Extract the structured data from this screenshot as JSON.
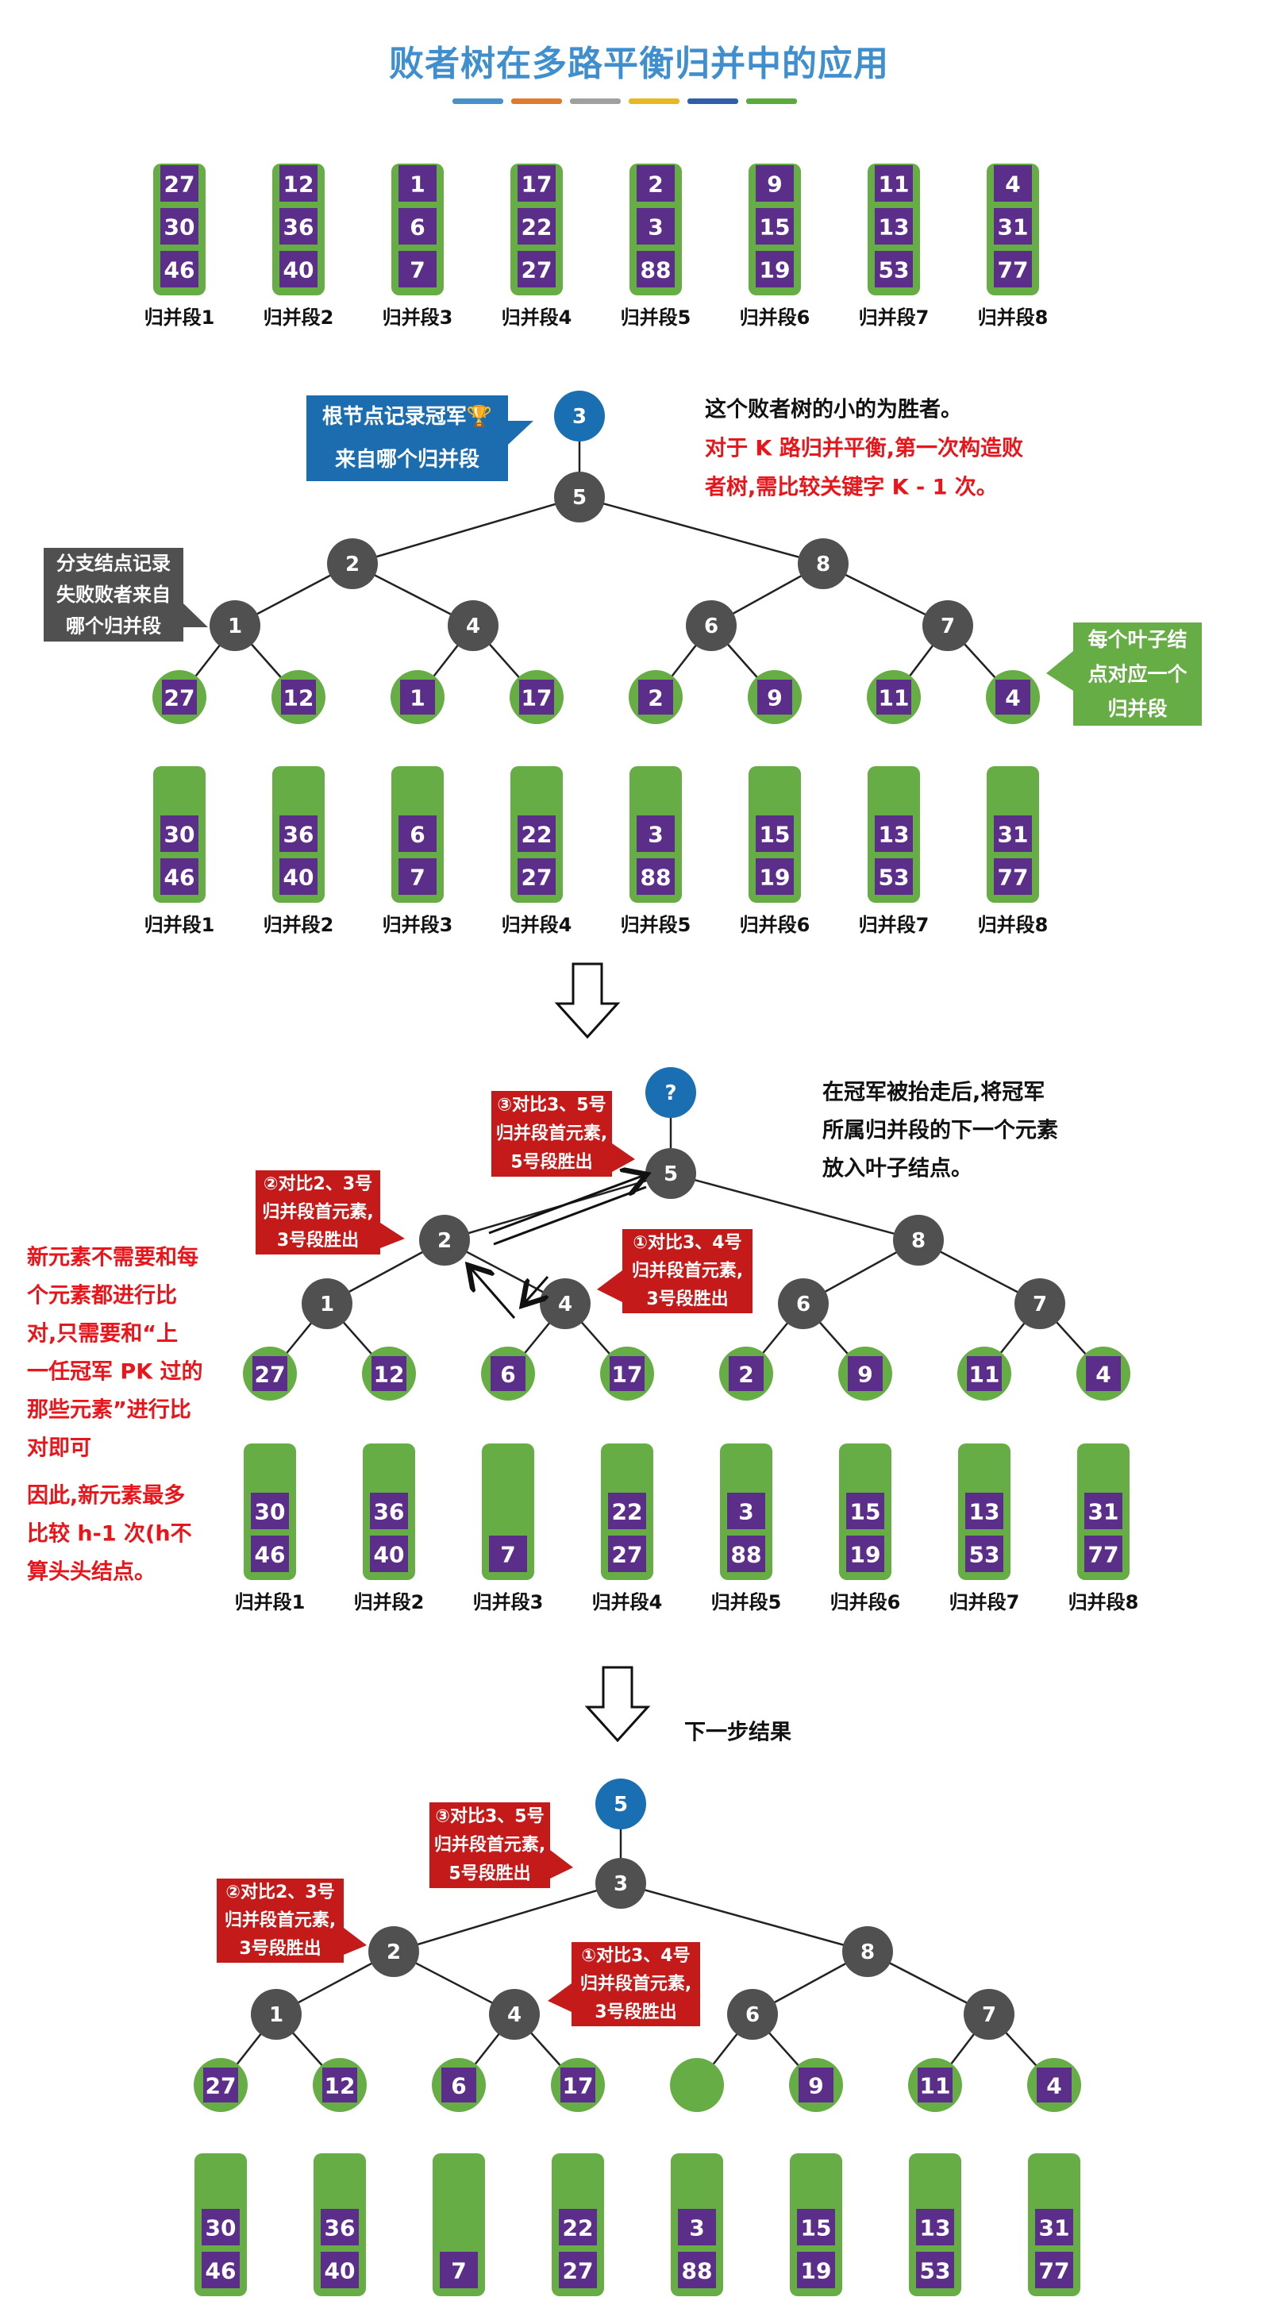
{
  "title": "败者树在多路平衡归并中的应用",
  "stripe_colors": [
    "#4a90c8",
    "#e07a2e",
    "#a0a0a0",
    "#e8b820",
    "#2f5fa8",
    "#5aaa3e"
  ],
  "colors": {
    "green": "#67ad45",
    "purple": "#5b2e8a",
    "node": "#505050",
    "root": "#1a6fb3",
    "callout_red": "#c41a1a",
    "callout_blue": "#1c6cb0",
    "callout_gray": "#505050",
    "red_text": "#e8151b"
  },
  "segment_label": "归并段",
  "segment_numbers": [
    "1",
    "2",
    "3",
    "4",
    "5",
    "6",
    "7",
    "8"
  ],
  "initial_segments": [
    [
      "27",
      "30",
      "46"
    ],
    [
      "12",
      "36",
      "40"
    ],
    [
      "1",
      "6",
      "7"
    ],
    [
      "17",
      "22",
      "27"
    ],
    [
      "2",
      "3",
      "88"
    ],
    [
      "9",
      "15",
      "19"
    ],
    [
      "11",
      "13",
      "53"
    ],
    [
      "4",
      "31",
      "77"
    ]
  ],
  "tree1": {
    "root": "3",
    "internal": [
      "5",
      "2",
      "8",
      "1",
      "4",
      "6",
      "7"
    ],
    "leaves": [
      "27",
      "12",
      "1",
      "17",
      "2",
      "9",
      "11",
      "4"
    ],
    "remaining": [
      [
        "30",
        "46"
      ],
      [
        "36",
        "40"
      ],
      [
        "6",
        "7"
      ],
      [
        "22",
        "27"
      ],
      [
        "3",
        "88"
      ],
      [
        "15",
        "19"
      ],
      [
        "13",
        "53"
      ],
      [
        "31",
        "77"
      ]
    ]
  },
  "tree2": {
    "root": "?",
    "internal": [
      "5",
      "2",
      "8",
      "1",
      "4",
      "6",
      "7"
    ],
    "leaves": [
      "27",
      "12",
      "6",
      "17",
      "2",
      "9",
      "11",
      "4"
    ],
    "remaining": [
      [
        "30",
        "46"
      ],
      [
        "36",
        "40"
      ],
      [
        "7"
      ],
      [
        "22",
        "27"
      ],
      [
        "3",
        "88"
      ],
      [
        "15",
        "19"
      ],
      [
        "13",
        "53"
      ],
      [
        "31",
        "77"
      ]
    ]
  },
  "tree3": {
    "root": "5",
    "internal": [
      "3",
      "2",
      "8",
      "1",
      "4",
      "6",
      "7"
    ],
    "leaves": [
      "27",
      "12",
      "6",
      "17",
      "",
      "9",
      "11",
      "4"
    ],
    "remaining": [
      [
        "30",
        "46"
      ],
      [
        "36",
        "40"
      ],
      [
        "7"
      ],
      [
        "22",
        "27"
      ],
      [
        "3",
        "88"
      ],
      [
        "15",
        "19"
      ],
      [
        "13",
        "53"
      ],
      [
        "31",
        "77"
      ]
    ]
  },
  "callouts": {
    "root_note": [
      "根节点记录冠军🏆",
      "来自哪个归并段"
    ],
    "branch_note": [
      "分支结点记录",
      "失败败者来自",
      "哪个归并段"
    ],
    "leaf_note": [
      "每个叶子结",
      "点对应一个",
      "归并段"
    ],
    "cmp3": [
      "③对比3、5号",
      "归并段首元素,",
      "5号段胜出"
    ],
    "cmp2": [
      "②对比2、3号",
      "归并段首元素,",
      "3号段胜出"
    ],
    "cmp1": [
      "①对比3、4号",
      "归并段首元素,",
      "3号段胜出"
    ]
  },
  "texts": {
    "winner_note": "这个败者树的小的为胜者。",
    "k_note": [
      "对于 K 路归并平衡,第一次构造败",
      "者树,需比较关键字 K - 1 次。"
    ],
    "after_note": [
      "在冠军被抬走后,将冠军",
      "所属归并段的下一个元素",
      "放入叶子结点。"
    ],
    "left_red": [
      "新元素不需要和每",
      "个元素都进行比",
      "对,只需要和“上",
      "一任冠军 PK 过的",
      "那些元素”进行比",
      "对即可",
      "因此,新元素最多",
      "比较 h-1 次(h不",
      "算头头结点。"
    ],
    "next_step": "下一步结果"
  }
}
